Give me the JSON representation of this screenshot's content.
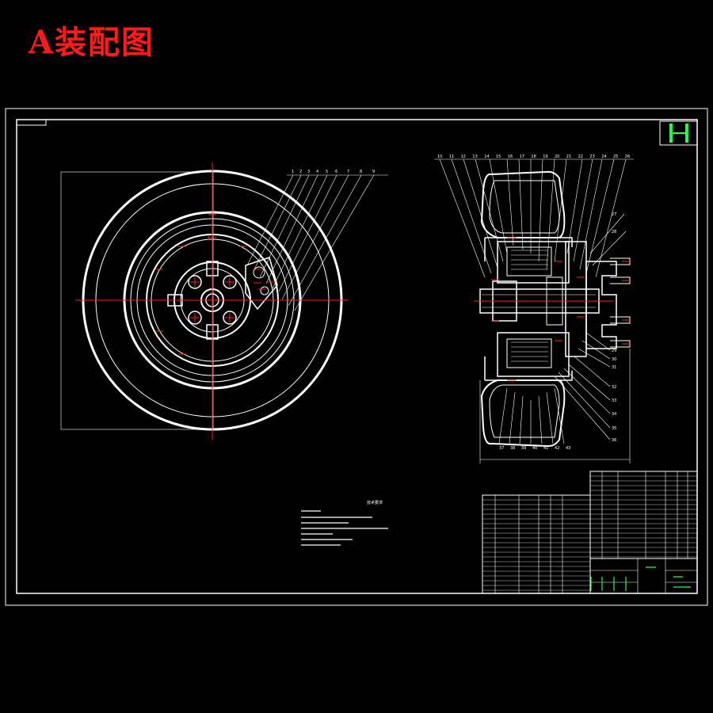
{
  "title": "A装配图",
  "colors": {
    "background": "#000000",
    "lines": "#ffffff",
    "centerlines": "#ff2020",
    "title": "#ff1a1a",
    "stamp": "#22ff44"
  },
  "top_balloons": [
    "1",
    "2",
    "3",
    "4",
    "5",
    "6",
    "7",
    "8",
    "9"
  ],
  "section_top_balloons": [
    "10",
    "11",
    "12",
    "13",
    "14",
    "15",
    "16",
    "17",
    "18",
    "19",
    "20",
    "21",
    "22",
    "23",
    "24",
    "25",
    "26"
  ],
  "section_right_balloons": [
    "27",
    "28",
    "29",
    "30",
    "31",
    "32",
    "33",
    "34",
    "35",
    "36"
  ],
  "section_bottom_balloons": [
    "37",
    "38",
    "39",
    "40",
    "41",
    "42",
    "43"
  ],
  "notes_heading": "技术要求"
}
